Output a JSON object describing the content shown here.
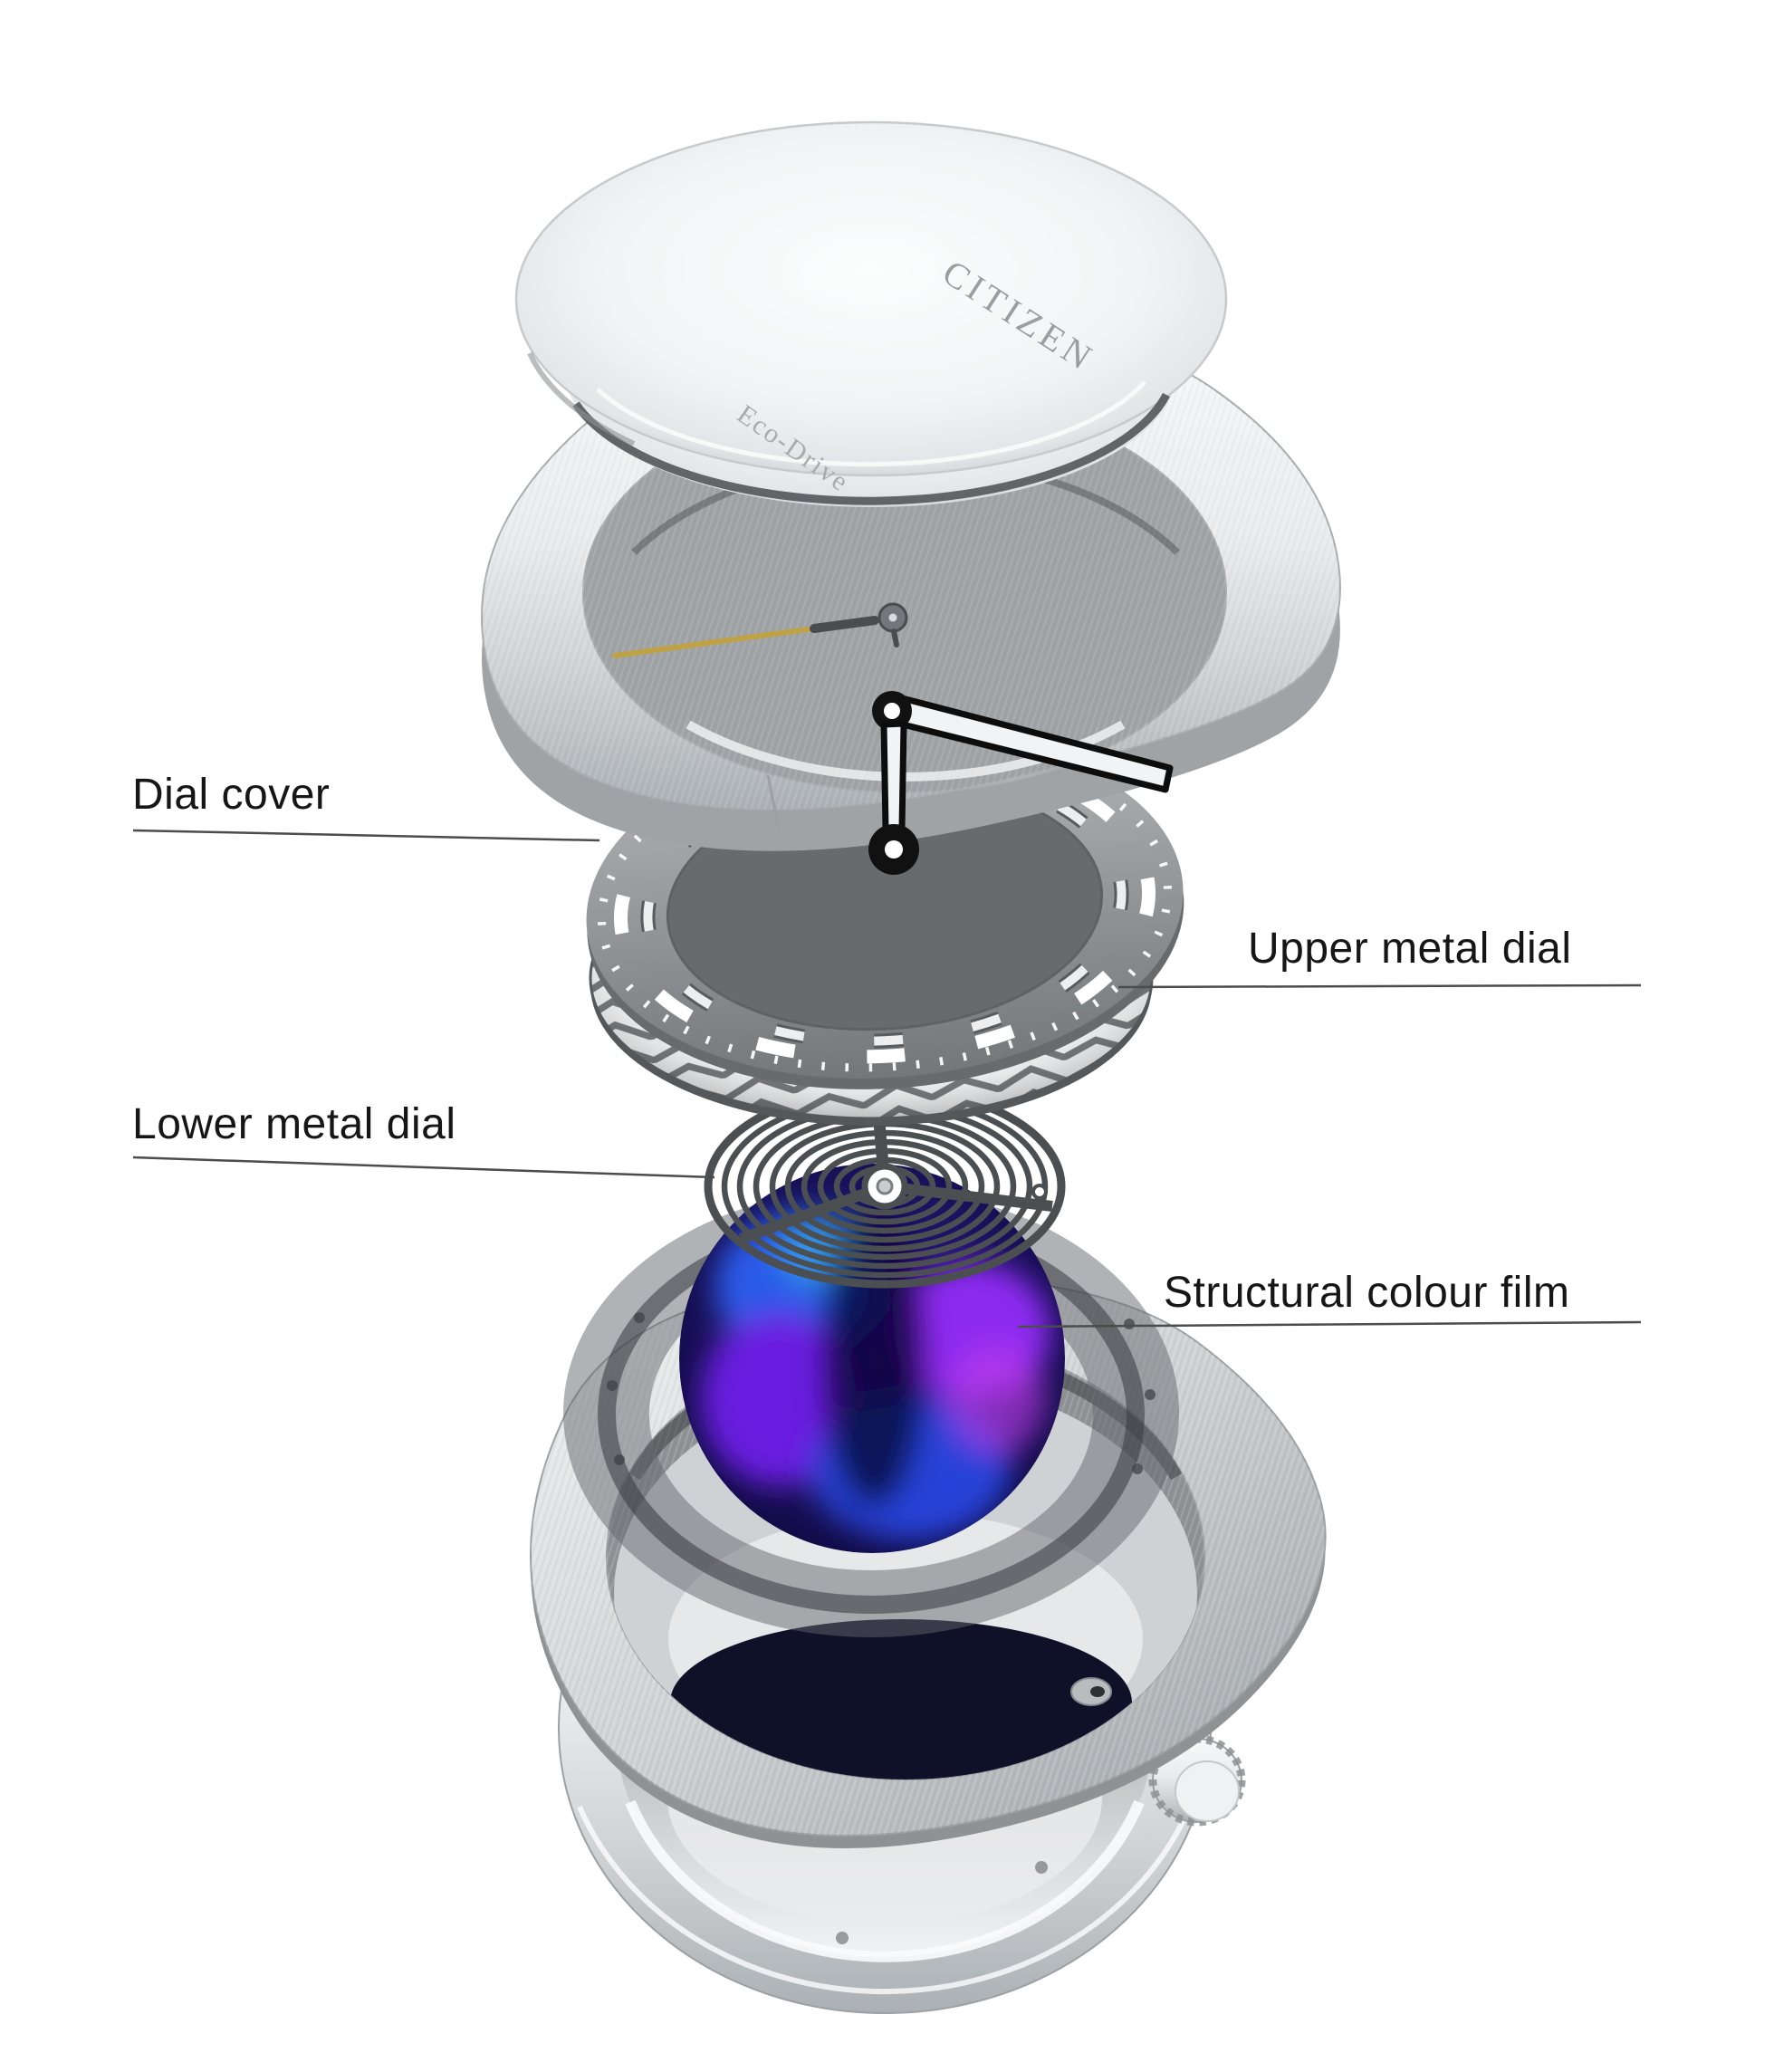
{
  "diagram": {
    "brand": {
      "maker": "CITIZEN",
      "technology": "Eco-Drive"
    },
    "callouts": [
      {
        "id": "dial-cover",
        "label": "Dial cover",
        "side": "left"
      },
      {
        "id": "upper-metal-dial",
        "label": "Upper metal dial",
        "side": "right"
      },
      {
        "id": "lower-metal-dial",
        "label": "Lower metal dial",
        "side": "left"
      },
      {
        "id": "structural-colour-film",
        "label": "Structural colour film",
        "side": "right"
      }
    ],
    "colors": {
      "background": "#ffffff",
      "label_text": "#161616",
      "leader_line": "#4c4c4c",
      "metal_light": "#f4f5f6",
      "metal_mid": "#b9bcbf",
      "metal_dark": "#6f7275",
      "film_blue": "#2742d8",
      "film_violet": "#8d2cf0",
      "film_dark_navy": "#0c0838",
      "second_hand_gold": "#bfa245"
    }
  }
}
